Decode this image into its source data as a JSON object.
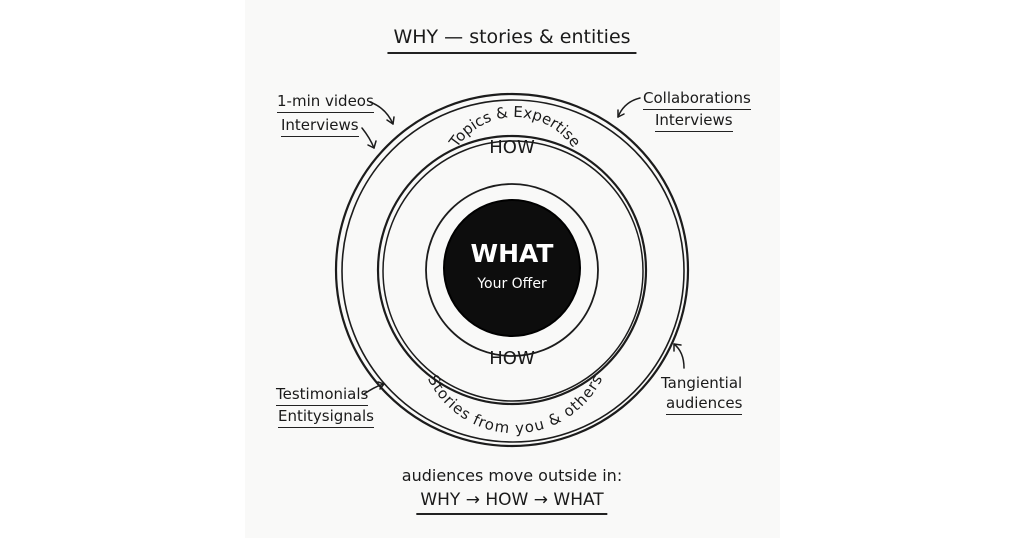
{
  "title": "WHY — stories & entities",
  "labels": {
    "top_left_1": "1-min videos",
    "top_left_2": "Interviews",
    "top_right_1": "Collaborations",
    "top_right_2": "Interviews",
    "bottom_left_1": "Testimonials",
    "bottom_left_2": "Entitysignals",
    "bottom_right_1": "Tangiential",
    "bottom_right_2": "audiences"
  },
  "rings": {
    "how_top_title": "HOW",
    "how_top_sub": "Topics & Expertise",
    "how_bottom_title": "HOW",
    "how_bottom_sub": "Stories from you & others"
  },
  "center": {
    "title": "WHAT",
    "subtitle": "Your Offer",
    "fill_color": "#0d0d0d"
  },
  "footer": {
    "line1": "audiences move outside in:",
    "line2": "WHY → HOW → WHAT"
  }
}
